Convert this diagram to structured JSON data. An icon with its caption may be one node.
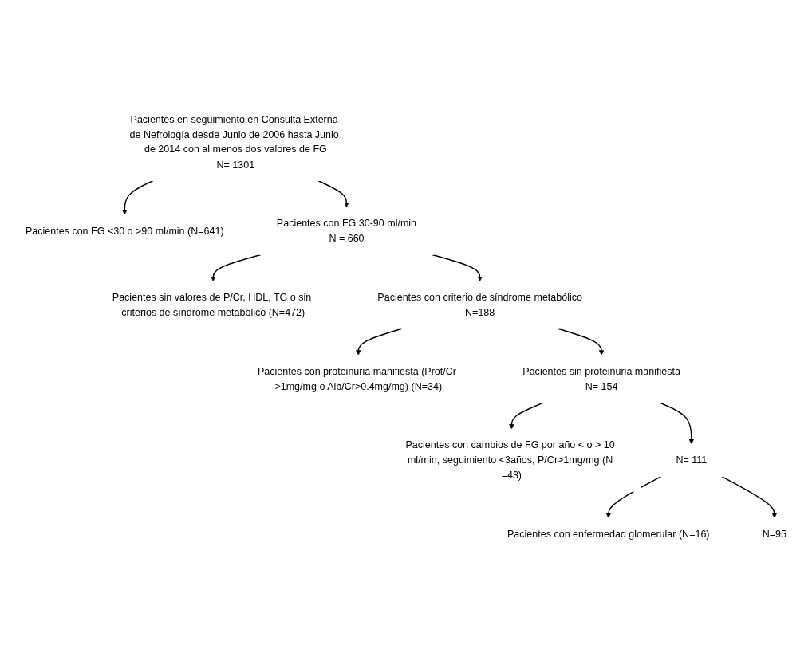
{
  "diagram": {
    "nodes": [
      {
        "text": [
          "Pacientes en seguimiento en Consulta Externa de Nefrología desde Junio de 2006 hasta Junio de 2014 con al menos dos valores de FG",
          "N= 1301"
        ]
      },
      {
        "text": [
          "Pacientes con FG <30 o >90 ml/min (N=641)"
        ]
      },
      {
        "text": [
          "Pacientes con FG 30-90 ml/min",
          "N = 660"
        ]
      },
      {
        "text": [
          "Pacientes sin valores de P/Cr, HDL, TG o sin criterios de síndrome metabólico (N=472)"
        ]
      },
      {
        "text": [
          "Pacientes con criterio de síndrome metabólico",
          "N=188"
        ]
      },
      {
        "text": [
          "Pacientes con proteinuria manifiesta (Prot/Cr >1mg/mg o Alb/Cr>0.4mg/mg) (N=34)"
        ]
      },
      {
        "text": [
          "Pacientes sin proteinuria manifiesta",
          "N= 154"
        ]
      },
      {
        "text": [
          "Pacientes con cambios de FG por año < o > 10 ml/min, seguimiento <3años, P/Cr>1mg/mg (N =43)"
        ]
      },
      {
        "text": [
          "N= 111"
        ]
      },
      {
        "text": [
          "Pacientes con enfermedad glomerular (N=16)"
        ]
      },
      {
        "text": [
          "N=95"
        ]
      }
    ],
    "edges": [
      {
        "from": 0,
        "to": 1,
        "arrow": "to"
      },
      {
        "from": 0,
        "to": 2,
        "arrow": "to"
      },
      {
        "from": 2,
        "to": 3,
        "arrow": "to"
      },
      {
        "from": 2,
        "to": 4,
        "arrow": "to"
      },
      {
        "from": 4,
        "to": 5,
        "arrow": "to"
      },
      {
        "from": 4,
        "to": 6,
        "arrow": "to"
      },
      {
        "from": 6,
        "to": 7,
        "arrow": "to"
      },
      {
        "from": 6,
        "to": 8,
        "arrow": "to"
      },
      {
        "from": 8,
        "to": 9,
        "arrow": "to"
      },
      {
        "from": 8,
        "to": 10,
        "arrow": "to"
      }
    ]
  }
}
